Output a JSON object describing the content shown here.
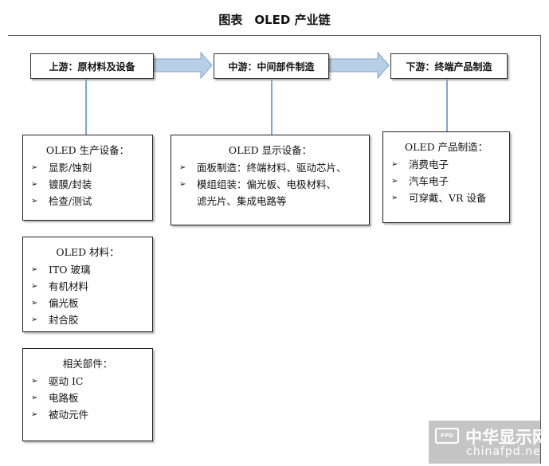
{
  "title": "图表　OLED 产业链",
  "stages": {
    "upstream": "上游：原材料及设备",
    "midstream": "中游：中间部件制造",
    "downstream": "下游：终端产品制造"
  },
  "boxes": {
    "equipment": {
      "title": "OLED 生产设备：",
      "items": [
        "显影/蚀刻",
        "镀膜/封装",
        "检查/测试"
      ]
    },
    "materials": {
      "title": "OLED 材料：",
      "items": [
        "ITO 玻璃",
        "有机材料",
        "偏光板",
        "封合胶"
      ]
    },
    "components": {
      "title": "相关部件：",
      "items": [
        "驱动 IC",
        "电路板",
        "被动元件"
      ]
    },
    "display": {
      "title": "OLED 显示设备：",
      "item1": "面板制造：终端材料、驱动芯片、",
      "item2": "模组组装：偏光板、电极材料、",
      "item2_cont": "滤光片、集成电路等"
    },
    "products": {
      "title": "OLED 产品制造：",
      "items": [
        "消费电子",
        "汽车电子",
        "可穿戴、VR 设备"
      ]
    }
  },
  "bullet_glyph": "➢",
  "watermark": {
    "icon_text": "FPD",
    "cn": "中华显示网",
    "en": "chinafpd.net"
  },
  "colors": {
    "arrow_fill": "#b9cfe6",
    "arrow_stroke": "#7ea6cf",
    "connector": "#7ea6cf"
  }
}
